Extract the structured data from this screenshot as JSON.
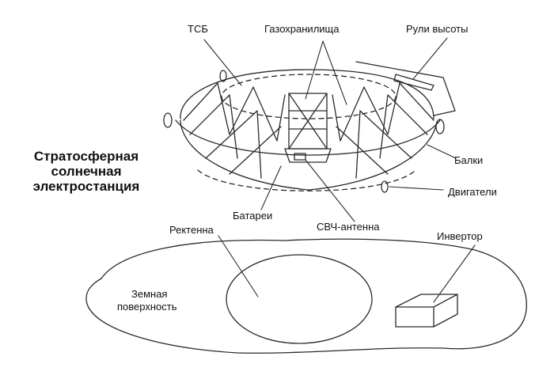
{
  "diagram": {
    "title_lines": [
      "Стратосферная",
      "солнечная",
      "электростанция"
    ],
    "labels": {
      "tsb": "ТСБ",
      "gas_storage": "Газохранилища",
      "elevators": "Рули высоты",
      "beams": "Балки",
      "engines": "Двигатели",
      "batteries": "Батареи",
      "microwave_antenna": "СВЧ-антенна",
      "rectenna": "Ректенна",
      "inverter": "Инвертор",
      "earth_surface_line1": "Земная",
      "earth_surface_line2": "поверхность"
    },
    "colors": {
      "ink": "#2a2a2a",
      "background": "#ffffff"
    }
  }
}
